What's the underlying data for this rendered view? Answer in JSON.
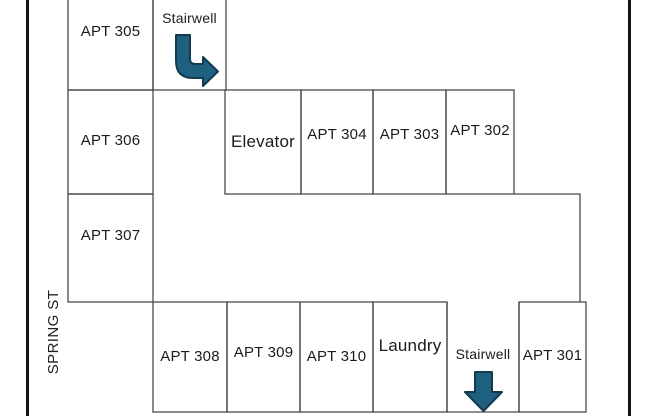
{
  "diagram": {
    "title_hint": "apartment floor plan",
    "street": {
      "label": "SPRING ST"
    },
    "rooms": {
      "apt305": {
        "label": "APT 305"
      },
      "stairwell_top": {
        "label": "Stairwell"
      },
      "apt306": {
        "label": "APT 306"
      },
      "elevator": {
        "label": "Elevator"
      },
      "apt304": {
        "label": "APT 304"
      },
      "apt303": {
        "label": "APT 303"
      },
      "apt302": {
        "label": "APT 302"
      },
      "apt307": {
        "label": "APT 307"
      },
      "apt308": {
        "label": "APT 308"
      },
      "apt309": {
        "label": "APT 309"
      },
      "apt310": {
        "label": "APT 310"
      },
      "laundry": {
        "label": "Laundry"
      },
      "stairwell_bottom": {
        "label": "Stairwell"
      },
      "apt301": {
        "label": "APT 301"
      }
    },
    "icons": {
      "top_arrow": "elbow-arrow-down-right",
      "bottom_arrow": "block-arrow-down"
    },
    "colors": {
      "arrow_fill": "#1f5f80",
      "arrow_stroke": "#123b50",
      "wall_line": "#4a4a4a",
      "street_line": "#141414",
      "text": "#1b1b1b",
      "background": "#ffffff"
    }
  }
}
